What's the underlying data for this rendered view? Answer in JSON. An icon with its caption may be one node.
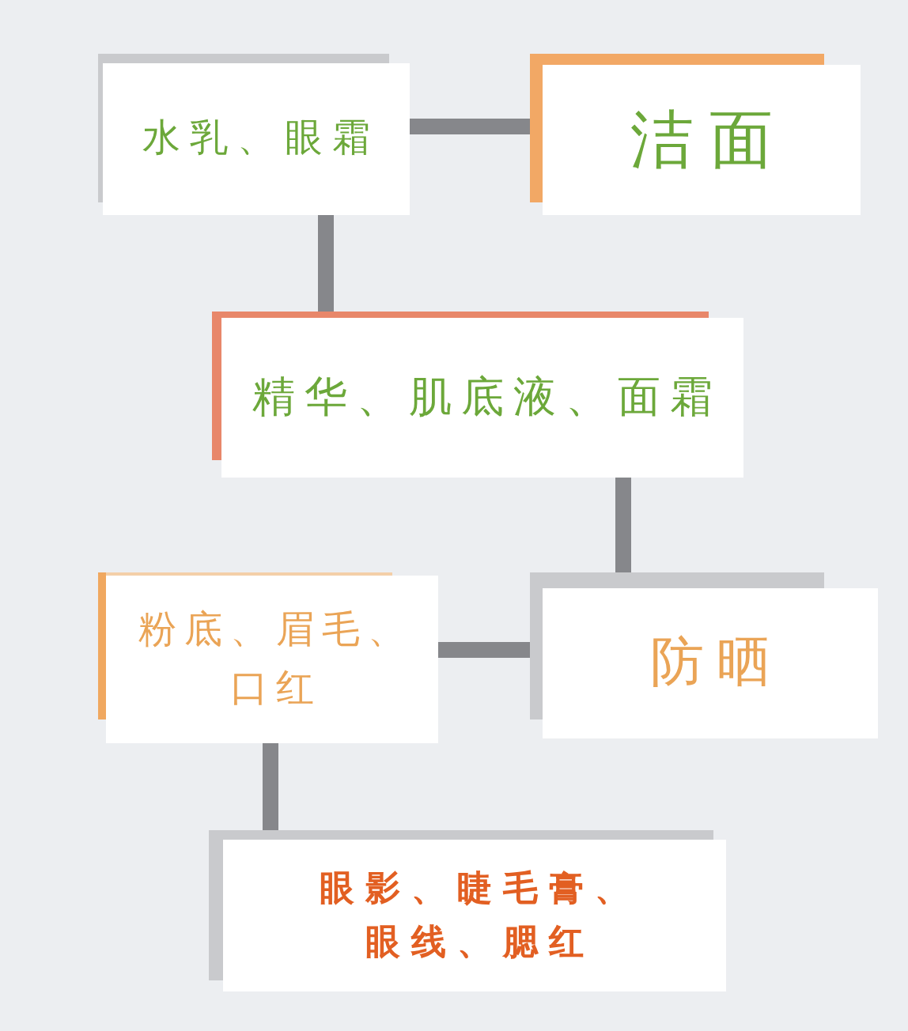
{
  "diagram": {
    "nodes": [
      {
        "text": [
          "水乳、眼霜"
        ]
      },
      {
        "text": [
          "洁面"
        ]
      },
      {
        "text": [
          "精华、肌底液、面霜"
        ]
      },
      {
        "text": [
          "粉底、眉毛、口红"
        ]
      },
      {
        "text": [
          "防晒"
        ]
      },
      {
        "text": [
          "眼影、睫毛膏、眼线、腮红"
        ]
      }
    ],
    "edges": [
      {
        "from": 1,
        "to": 0,
        "arrow": "none"
      },
      {
        "from": 0,
        "to": 2,
        "arrow": "none"
      },
      {
        "from": 2,
        "to": 4,
        "arrow": "none"
      },
      {
        "from": 4,
        "to": 3,
        "arrow": "none"
      },
      {
        "from": 3,
        "to": 5,
        "arrow": "none"
      }
    ]
  }
}
